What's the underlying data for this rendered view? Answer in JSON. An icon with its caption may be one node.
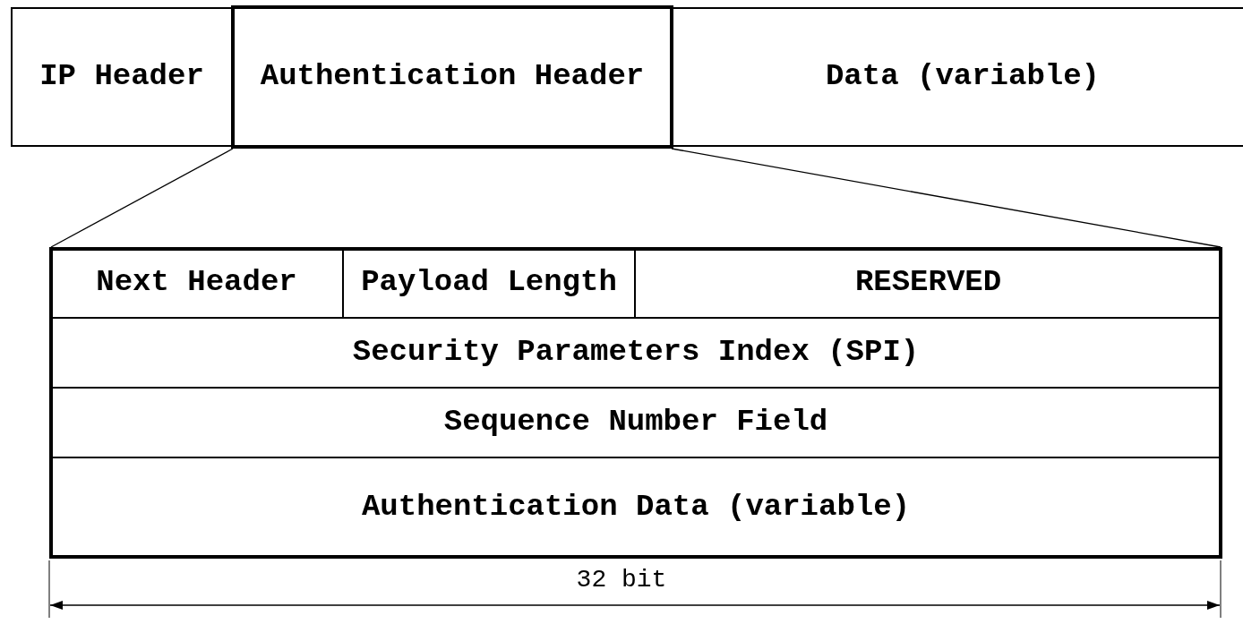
{
  "diagram": {
    "nodes": [
      {
        "text": [
          "IP Header"
        ]
      },
      {
        "text": [
          "Authentication Header"
        ]
      },
      {
        "text": [
          "Data (variable)"
        ]
      },
      {
        "text": [],
        "shape": "box"
      },
      {
        "text": [
          "Next Header"
        ],
        "in": 3
      },
      {
        "text": [
          "Payload Length"
        ],
        "in": 3
      },
      {
        "text": [
          "RESERVED"
        ],
        "in": 3
      },
      {
        "text": [
          "Security Parameters Index (SPI)"
        ],
        "in": 3
      },
      {
        "text": [
          "Sequence Number Field"
        ],
        "in": 3
      },
      {
        "text": [
          "Authentication Data (variable)"
        ],
        "in": 3
      }
    ],
    "edges": [
      {
        "from": 1,
        "to": 3,
        "arrow": "none"
      },
      {
        "from": 1,
        "to": 3,
        "arrow": "none"
      }
    ],
    "labels": [
      "32 bit"
    ]
  }
}
